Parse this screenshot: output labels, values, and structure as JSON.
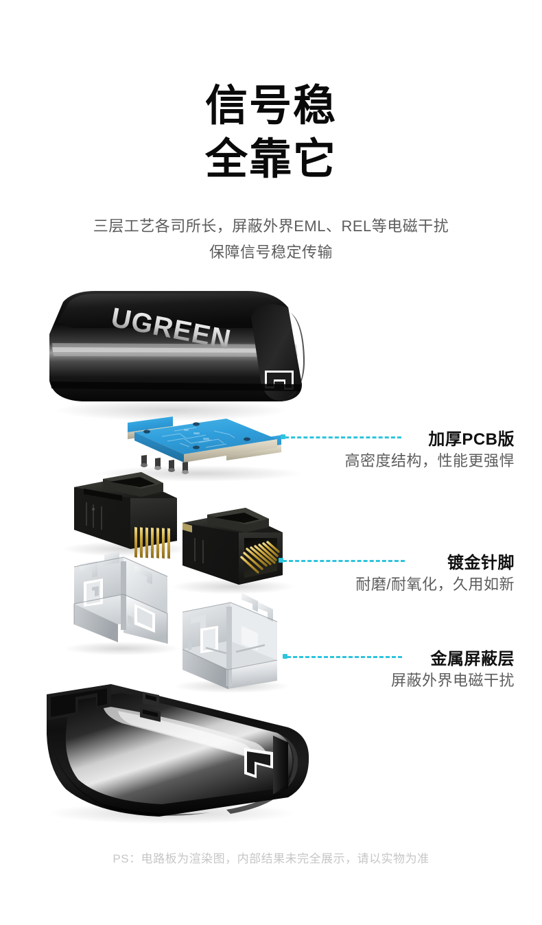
{
  "headline": {
    "line1": "信号稳",
    "line2": "全靠它"
  },
  "subheading": {
    "line1": "三层工艺各司所长，屏蔽外界EML、REL等电磁干扰",
    "line2": "保障信号稳定传输"
  },
  "annotations": [
    {
      "id": "pcb",
      "title": "加厚PCB版",
      "subtitle": "高密度结构，性能更强悍"
    },
    {
      "id": "gold-pins",
      "title": "镀金针脚",
      "subtitle": "耐磨/耐氧化，久用如新"
    },
    {
      "id": "metal-shield",
      "title": "金属屏蔽层",
      "subtitle": "屏蔽外界电磁干扰"
    }
  ],
  "product": {
    "brand_logo_text": "UGREEN",
    "parts": [
      "top-shell",
      "pcb-board",
      "rj45-jack-left",
      "rj45-jack-right",
      "metal-shield-left",
      "metal-shield-right",
      "bottom-housing"
    ]
  },
  "footer": {
    "note": "PS：电路板为渲染图，内部结果未完全展示，请以实物为准"
  },
  "colors": {
    "background": "#ffffff",
    "headline": "#0a0a0a",
    "body_text": "#5c5c5c",
    "annotation_title": "#111111",
    "annotation_sub": "#5d5d5d",
    "leader_line": "#2ec4dd",
    "footer_text": "#c6c6c6",
    "pcb_blue": "#2f9fdc",
    "pcb_edge": "#d8d2bd",
    "gold_pin": "#c8a53c",
    "shell_black": "#151515",
    "metal_silver": "#d9dcdf"
  }
}
